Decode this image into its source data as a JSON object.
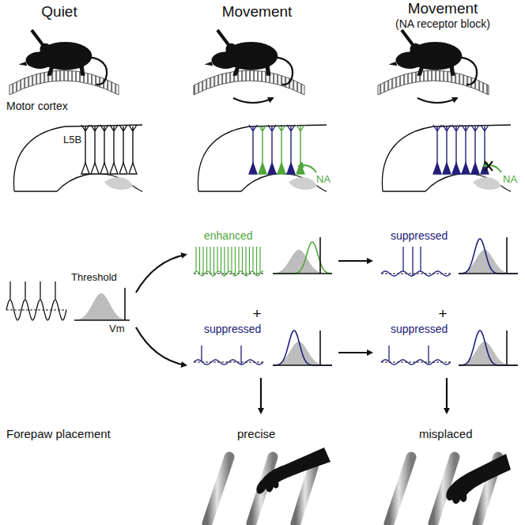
{
  "diagram": {
    "labels": [
      "Quiet",
      "Movement",
      "Movement",
      "(NA receptor block)",
      "Motor cortex",
      "L5B",
      "NA",
      "NA",
      "Threshold",
      "enhanced",
      "suppressed",
      "Vm",
      "+",
      "+",
      "suppressed",
      "suppressed",
      "Forepaw placement",
      "precise",
      "misplaced"
    ]
  }
}
